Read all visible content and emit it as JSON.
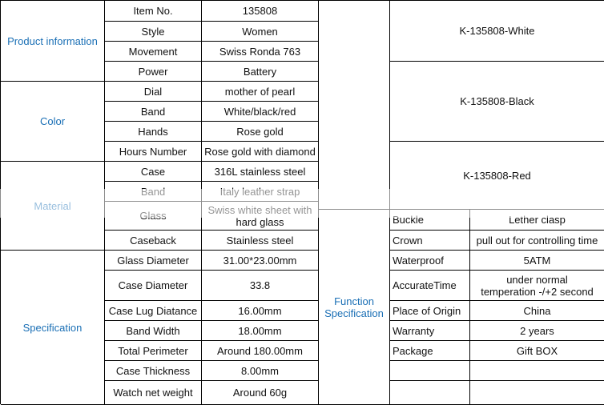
{
  "groups": {
    "product_information": "Product information",
    "color": "Color",
    "material": "Material",
    "specification": "Specification",
    "function_specification": "Function\nSpecification"
  },
  "rows": [
    {
      "label": "Item No.",
      "value": "135808"
    },
    {
      "label": "Style",
      "value": "Women"
    },
    {
      "label": "Movement",
      "value": "Swiss Ronda 763"
    },
    {
      "label": "Power",
      "value": "Battery"
    },
    {
      "label": "Dial",
      "value": "mother of pearl"
    },
    {
      "label": "Band",
      "value": "White/black/red"
    },
    {
      "label": "Hands",
      "value": "Rose gold"
    },
    {
      "label": "Hours Number",
      "value": "Rose gold with diamond"
    },
    {
      "label": "Case",
      "value": "316L stainless steel"
    },
    {
      "label": "Band",
      "value": "Italy leather strap"
    },
    {
      "label": "Glass",
      "value": "Swiss white sheet with hard glass"
    },
    {
      "label": "Caseback",
      "value": "Stainless steel"
    },
    {
      "label": "Glass Diameter",
      "value": "31.00*23.00mm"
    },
    {
      "label": "Case Diameter",
      "value": "33.8"
    },
    {
      "label": "Case Lug Diatance",
      "value": "16.00mm"
    },
    {
      "label": "Band Width",
      "value": "18.00mm"
    },
    {
      "label": "Total Perimeter",
      "value": "Around 180.00mm"
    },
    {
      "label": "Case Thickness",
      "value": "8.00mm"
    },
    {
      "label": "Watch net weight",
      "value": "Around 60g"
    }
  ],
  "variants": [
    "K-135808-White",
    "K-135808-Black",
    "K-135808-Red"
  ],
  "functions": [
    {
      "label": "Buckle",
      "value": "Lether clasp"
    },
    {
      "label": "Crown",
      "value": "pull out for controlling time"
    },
    {
      "label": "Waterproof",
      "value": "5ATM"
    },
    {
      "label": "AccurateTime",
      "value": "under normal temperation -/+2 second"
    },
    {
      "label": "Place of Origin",
      "value": "China"
    },
    {
      "label": "Warranty",
      "value": "2 years"
    },
    {
      "label": "Package",
      "value": "Gift BOX"
    },
    {
      "label": "",
      "value": ""
    },
    {
      "label": "",
      "value": ""
    }
  ],
  "colors": {
    "group_text": "#1a6fb5",
    "border": "#000000"
  }
}
